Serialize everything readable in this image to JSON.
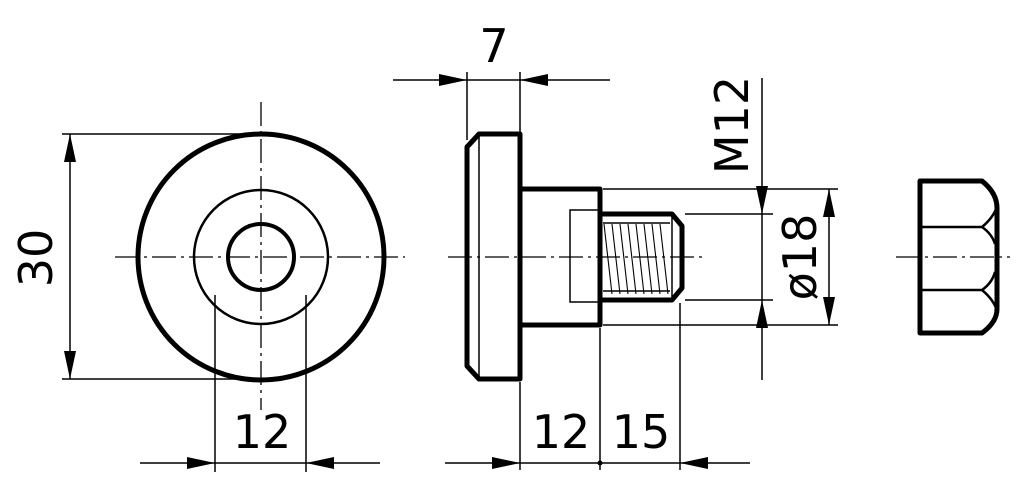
{
  "dimensions": {
    "head_diameter": "30",
    "hex_across_flats_front": "12",
    "head_thickness": "7",
    "thread": "M12",
    "shoulder_diameter": "ø18",
    "shoulder_length": "12",
    "thread_length": "15"
  }
}
